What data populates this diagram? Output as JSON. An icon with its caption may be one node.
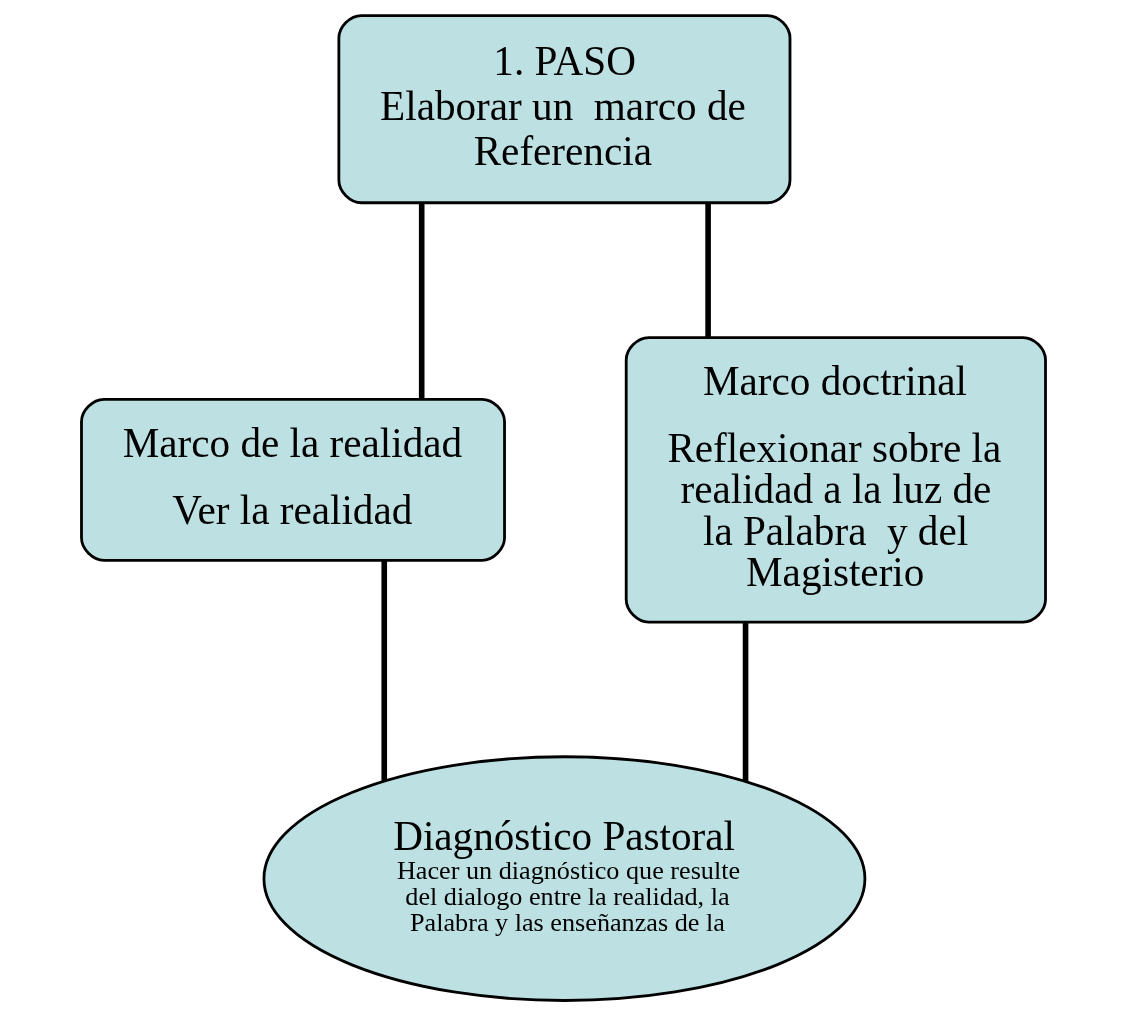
{
  "diagram": {
    "nodes": [
      {
        "text": [
          "1. PASO",
          "Elaborar un  marco de Referencia"
        ]
      },
      {
        "text": [
          "Marco de la realidad",
          "Ver la realidad"
        ]
      },
      {
        "text": [
          "Marco doctrinal",
          "Reflexionar sobre la realidad a la luz de la Palabra  y del Magisterio"
        ]
      },
      {
        "text": [
          "Diagnóstico Pastoral",
          "Hacer un diagnóstico que resulte del dialogo entre la realidad, la Palabra y las enseñanzas de la"
        ]
      }
    ],
    "edges": [
      {
        "from": 0,
        "to": 1,
        "arrow": "none"
      },
      {
        "from": 0,
        "to": 2,
        "arrow": "none"
      },
      {
        "from": 1,
        "to": 3,
        "arrow": "none"
      },
      {
        "from": 2,
        "to": 3,
        "arrow": "none"
      }
    ]
  }
}
